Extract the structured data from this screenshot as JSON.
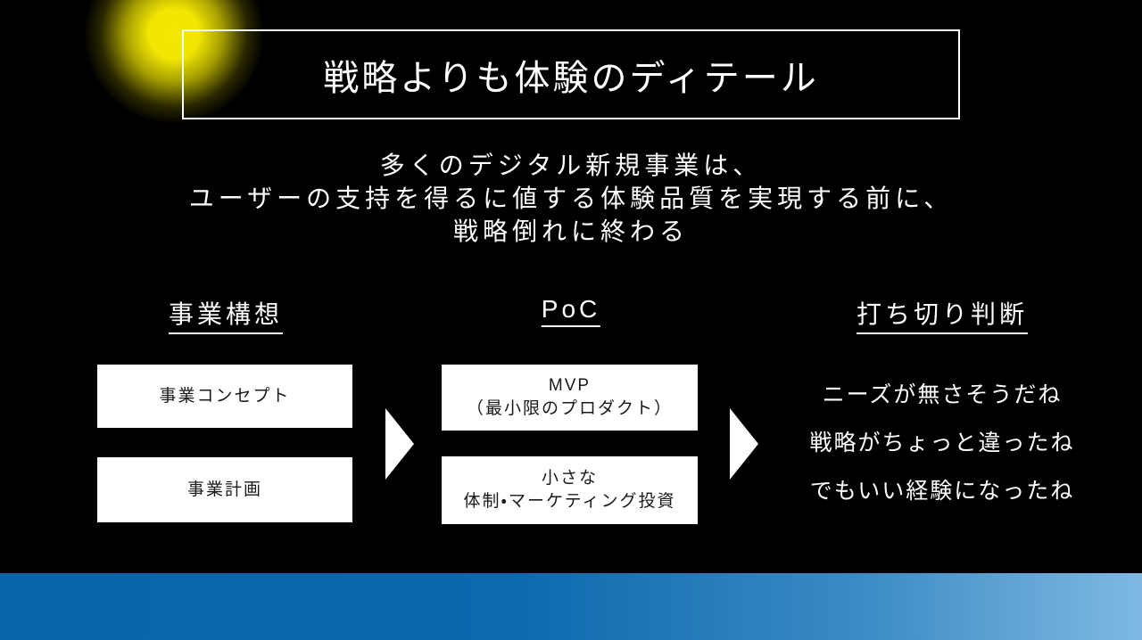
{
  "title": "戦略よりも体験のディテール",
  "subtitle": {
    "line1": "多くのデジタル新規事業は、",
    "line2": "ユーザーの支持を得るに値する体験品質を実現する前に、",
    "line3": "戦略倒れに終わる"
  },
  "flow": {
    "stage1": {
      "header": "事業構想",
      "box1": "事業コンセプト",
      "box2": "事業計画"
    },
    "stage2": {
      "header": "PoC",
      "box1_line1": "MVP",
      "box1_line2": "（最小限のプロダクト）",
      "box2_line1": "小さな",
      "box2_line2": "体制・マーケティング投資"
    },
    "stage3": {
      "header": "打ち切り判断",
      "outcome1": "ニーズが無さそうだね",
      "outcome2": "戦略がちょっと違ったね",
      "outcome3": "でもいい経験になったね"
    }
  },
  "colors": {
    "background": "#000000",
    "text": "#ffffff",
    "box_background": "#ffffff",
    "box_text": "#1a1a1a",
    "glow_yellow": "#f1e502",
    "footer_gradient_start": "#0a64a8",
    "footer_gradient_end": "#7fb9e2"
  }
}
